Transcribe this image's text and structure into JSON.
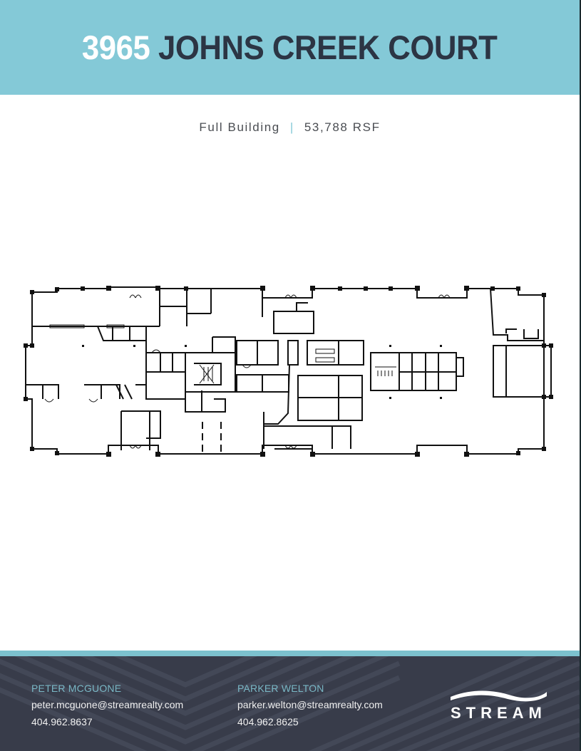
{
  "header": {
    "address_number": "3965",
    "address_name": "JOHNS CREEK COURT",
    "background_color": "#84c9d7",
    "number_color": "#ffffff",
    "name_color": "#2c3544"
  },
  "subtitle": {
    "label": "Full Building",
    "separator": "|",
    "size": "53,788 RSF"
  },
  "floorplan": {
    "icon": "floor-plan-drawing"
  },
  "footer": {
    "stripe_color": "#7cc1ce",
    "background_color": "#383c4a",
    "contacts": [
      {
        "name": "PETER MCGUONE",
        "email": "peter.mcguone@streamrealty.com",
        "phone": "404.962.8637"
      },
      {
        "name": "PARKER WELTON",
        "email": "parker.welton@streamrealty.com",
        "phone": "404.962.8625"
      }
    ],
    "logo": {
      "wordmark": "STREAM",
      "icon": "wave-icon"
    }
  }
}
